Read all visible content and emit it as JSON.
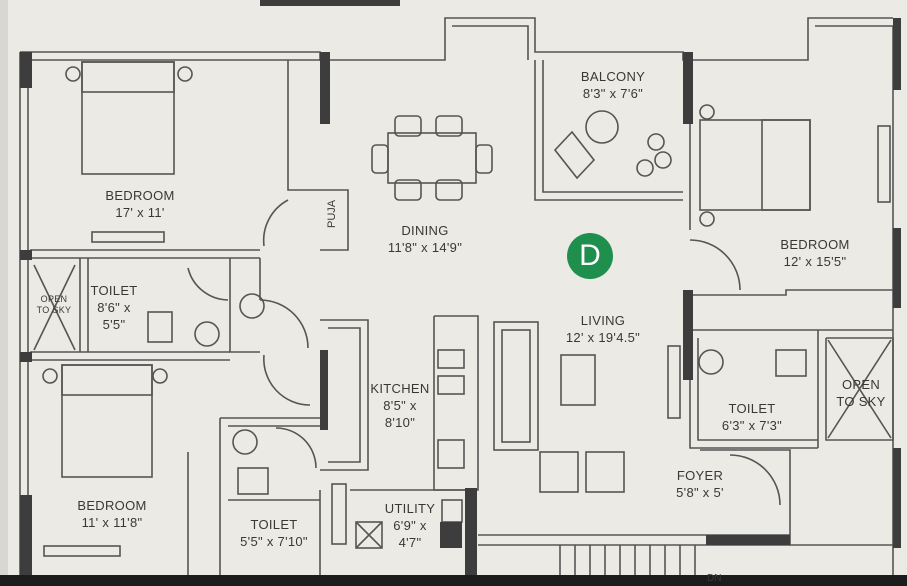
{
  "rooms": {
    "balcony": {
      "name": "BALCONY",
      "size": "8'3\" x 7'6\""
    },
    "bedroom_tl": {
      "name": "BEDROOM",
      "size": "17' x 11'"
    },
    "dining": {
      "name": "DINING",
      "size": "11'8\" x 14'9\""
    },
    "bedroom_r": {
      "name": "BEDROOM",
      "size": "12' x 15'5\""
    },
    "open_sky_l": {
      "line1": "OPEN",
      "line2": "TO SKY"
    },
    "toilet_l": {
      "name": "TOILET",
      "size1": "8'6\" x",
      "size2": "5'5\""
    },
    "living": {
      "name": "LIVING",
      "size": "12' x 19'4.5\""
    },
    "kitchen": {
      "name": "KITCHEN",
      "size1": "8'5\" x",
      "size2": "8'10\""
    },
    "toilet_r": {
      "name": "TOILET",
      "size": "6'3\" x 7'3\""
    },
    "open_sky_r": {
      "line1": "OPEN",
      "line2": "TO SKY"
    },
    "bedroom_bl": {
      "name": "BEDROOM",
      "size": "11' x 11'8\""
    },
    "foyer": {
      "name": "FOYER",
      "size": "5'8\" x 5'"
    },
    "toilet_b": {
      "name": "TOILET",
      "size": "5'5\" x 7'10\""
    },
    "utility": {
      "name": "UTILITY",
      "size1": "6'9\" x",
      "size2": "4'7\""
    },
    "puja": {
      "name": "PUJA"
    }
  },
  "unit_badge": "D",
  "stair_label": "DN",
  "colors": {
    "wall": "#3d3d3d",
    "background": "#eceae4",
    "badge": "#1f8f4e",
    "line": "#555555"
  }
}
